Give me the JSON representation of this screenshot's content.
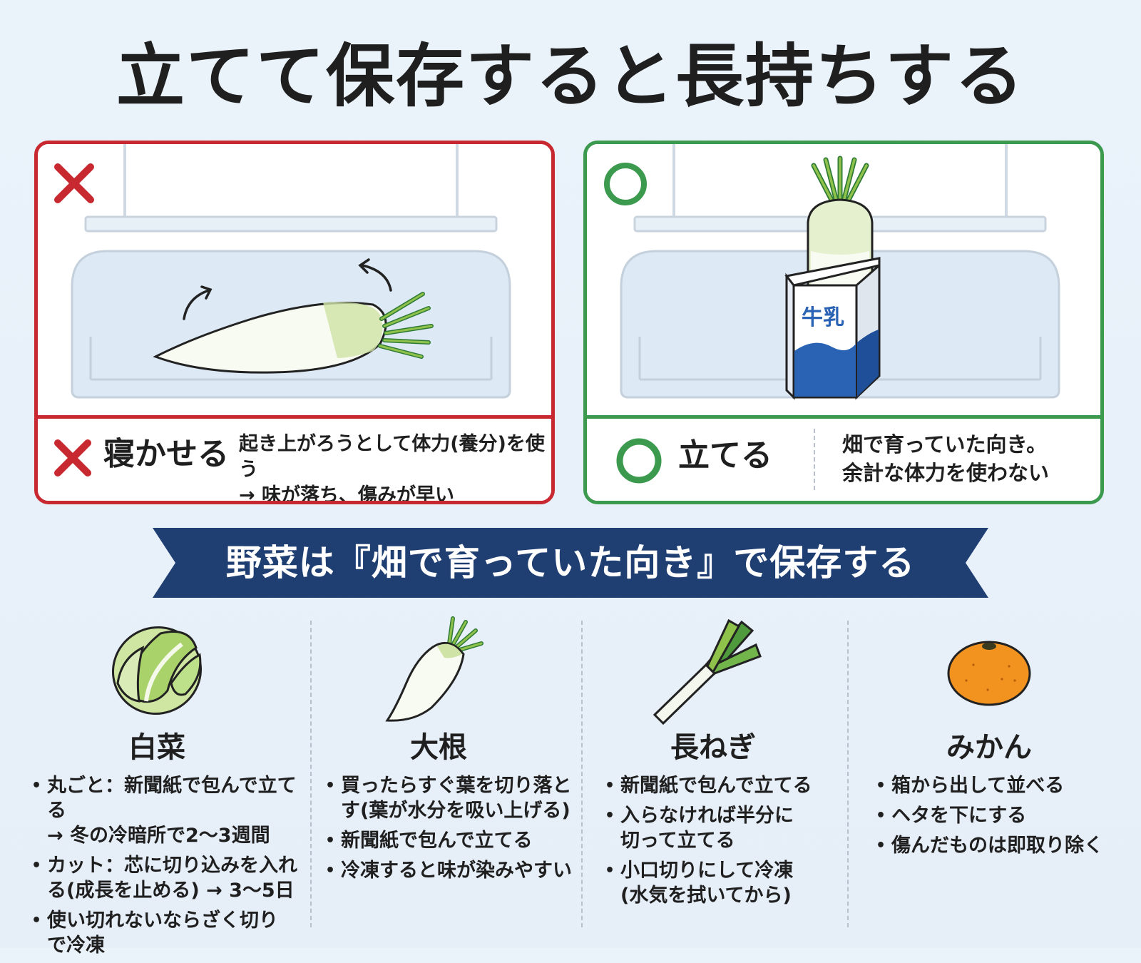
{
  "title": "立てて保存すると長持ちする",
  "bad_panel": {
    "badge_icon": "cross-icon",
    "label": "寝かせる",
    "description": "起き上がろうとして体力(養分)を使う\n→ 味が落ち、傷みが早い",
    "color": "#c8282f"
  },
  "good_panel": {
    "badge_icon": "circle-icon",
    "label": "立てる",
    "description": "畑で育っていた向き。\n余計な体力を使わない",
    "carton_label": "牛乳",
    "color": "#3c9a4e"
  },
  "ribbon": {
    "text": "野菜は『畑で育っていた向き』で保存する",
    "color": "#1f3f73"
  },
  "vegetables": [
    {
      "name": "白菜",
      "icon": "napa-cabbage-icon",
      "tips": [
        "丸ごと：新聞紙で包んで立てる\n→ 冬の冷暗所で2〜3週間",
        "カット：芯に切り込みを入れ\nる(成長を止める) → 3〜5日",
        "使い切れないならざく切り\nで冷凍"
      ]
    },
    {
      "name": "大根",
      "icon": "daikon-icon",
      "tips": [
        "買ったらすぐ葉を切り落と\nす(葉が水分を吸い上げる)",
        "新聞紙で包んで立てる",
        "冷凍すると味が染みやすい"
      ]
    },
    {
      "name": "長ねぎ",
      "icon": "green-onion-icon",
      "tips": [
        "新聞紙で包んで立てる",
        "入らなければ半分に\n切って立てる",
        "小口切りにして冷凍\n(水気を拭いてから)"
      ]
    },
    {
      "name": "みかん",
      "icon": "mandarin-orange-icon",
      "tips": [
        "箱から出して並べる",
        "ヘタを下にする",
        "傷んだものは即取り除く"
      ]
    }
  ]
}
